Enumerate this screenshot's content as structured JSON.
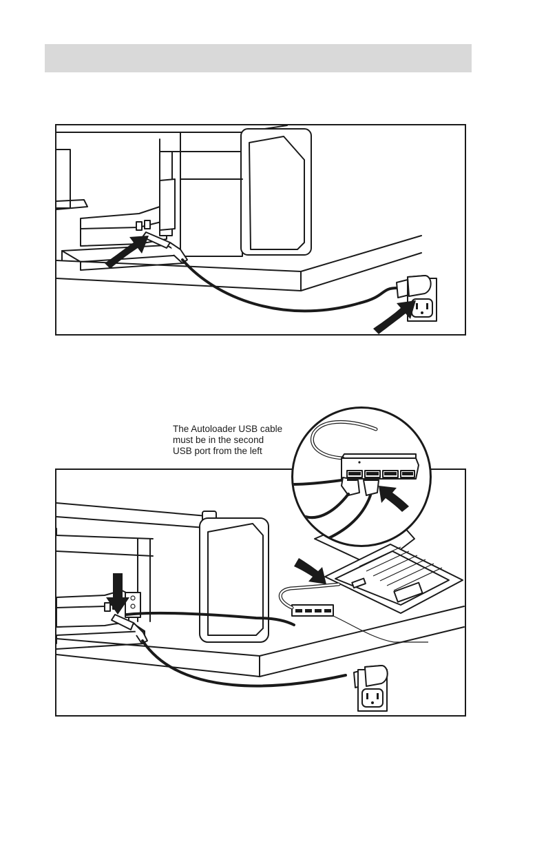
{
  "page": {
    "header_bar": "",
    "figure1": {
      "content": "illustration"
    },
    "figure2": {
      "callout_lines": [
        "The Autoloader USB cable",
        "must be in the second",
        "USB port from the left"
      ]
    }
  },
  "icons": {
    "arrow": "arrow-icon",
    "outlet": "power-outlet-icon",
    "usb_hub": "usb-hub-icon",
    "laptop": "laptop-icon"
  },
  "colors": {
    "header_bar": "#d9d9d9",
    "ink": "#1a1a1a",
    "background": "#ffffff"
  }
}
